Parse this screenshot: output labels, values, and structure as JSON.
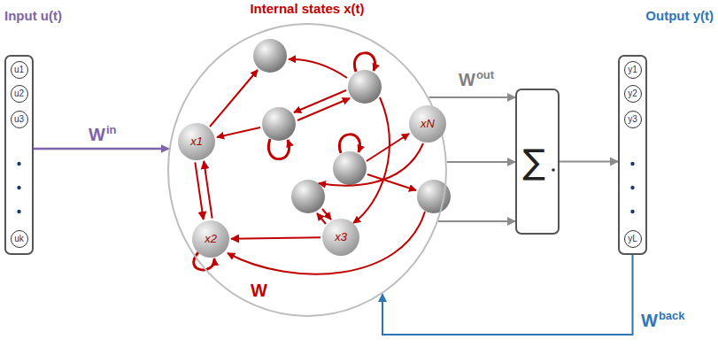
{
  "diagram": {
    "nodes": [
      {
        "text": [
          "Input u(t)"
        ]
      },
      {
        "text": [
          "u1"
        ],
        "in": 0
      },
      {
        "text": [
          "u2"
        ],
        "in": 0
      },
      {
        "text": [
          "u3"
        ],
        "in": 0
      },
      {
        "text": [
          "uk"
        ],
        "in": 0
      },
      {
        "text": [
          "Internal states x(t)"
        ]
      },
      {
        "text": [
          "x1"
        ],
        "in": 5
      },
      {
        "text": [
          "x2"
        ],
        "in": 5
      },
      {
        "text": [
          "x3"
        ],
        "in": 5
      },
      {
        "text": [
          "xN"
        ],
        "in": 5
      },
      {
        "text": [
          "∑"
        ]
      },
      {
        "text": [
          "Output y(t)"
        ]
      },
      {
        "text": [
          "y1"
        ],
        "in": 11
      },
      {
        "text": [
          "y2"
        ],
        "in": 11
      },
      {
        "text": [
          "y3"
        ],
        "in": 11
      },
      {
        "text": [
          "yL"
        ],
        "in": 11
      }
    ],
    "edges": [
      {
        "from": 0,
        "to": 5,
        "arrow": "to"
      },
      {
        "from": 5,
        "to": 10,
        "arrow": "to"
      },
      {
        "from": 5,
        "to": 10,
        "arrow": "to"
      },
      {
        "from": 5,
        "to": 10,
        "arrow": "to"
      },
      {
        "from": 10,
        "to": 11,
        "arrow": "to"
      },
      {
        "from": 11,
        "to": 5,
        "arrow": "to"
      },
      {
        "from": 6,
        "to": 7,
        "arrow": "to"
      },
      {
        "from": 7,
        "to": 6,
        "arrow": "to"
      },
      {
        "from": 8,
        "to": 7,
        "arrow": "to"
      }
    ],
    "labels": [
      "W",
      "in",
      "W",
      "out",
      "W",
      "W",
      "back"
    ]
  }
}
